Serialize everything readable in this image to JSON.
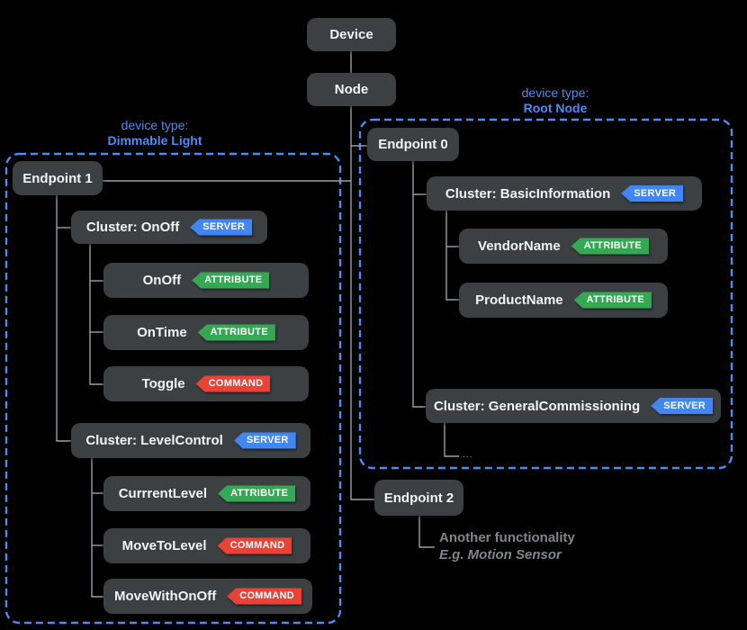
{
  "colors": {
    "background": "#000000",
    "box_fill": "#3c4043",
    "box_text": "#f1f3f4",
    "connector": "#9aa0a6",
    "group_outline": "#4d8cf5",
    "caption_text": "#4d8cf5",
    "badge_server": "#4285f4",
    "badge_attribute": "#34a853",
    "badge_command": "#ea4335",
    "note_text": "#80868b"
  },
  "device": {
    "label": "Device"
  },
  "node": {
    "label": "Node"
  },
  "root_node_group": {
    "caption_prefix": "device type:",
    "caption_name": "Root Node",
    "endpoint": {
      "label": "Endpoint 0"
    },
    "basic_information": {
      "label": "Cluster: BasicInformation",
      "badge": "SERVER"
    },
    "vendor_name": {
      "label": "VendorName",
      "badge": "ATTRIBUTE"
    },
    "product_name": {
      "label": "ProductName",
      "badge": "ATTRIBUTE"
    },
    "general_commissioning": {
      "label": "Cluster: GeneralCommissioning",
      "badge": "SERVER"
    },
    "ellipsis": "..."
  },
  "dimmable_light_group": {
    "caption_prefix": "device type:",
    "caption_name": "Dimmable Light",
    "endpoint": {
      "label": "Endpoint 1"
    },
    "cluster_onoff": {
      "label": "Cluster: OnOff",
      "badge": "SERVER"
    },
    "attr_onoff": {
      "label": "OnOff",
      "badge": "ATTRIBUTE"
    },
    "attr_ontime": {
      "label": "OnTime",
      "badge": "ATTRIBUTE"
    },
    "cmd_toggle": {
      "label": "Toggle",
      "badge": "COMMAND"
    },
    "cluster_levelcontrol": {
      "label": "Cluster: LevelControl",
      "badge": "SERVER"
    },
    "attr_currentlevel": {
      "label": "CurrrentLevel",
      "badge": "ATTRIBUTE"
    },
    "cmd_movetolevel": {
      "label": "MoveToLevel",
      "badge": "COMMAND"
    },
    "cmd_movewithonoff": {
      "label": "MoveWithOnOff",
      "badge": "COMMAND"
    }
  },
  "endpoint2": {
    "label": "Endpoint 2",
    "note_line1": "Another functionality",
    "note_line2": "E.g. Motion Sensor"
  }
}
